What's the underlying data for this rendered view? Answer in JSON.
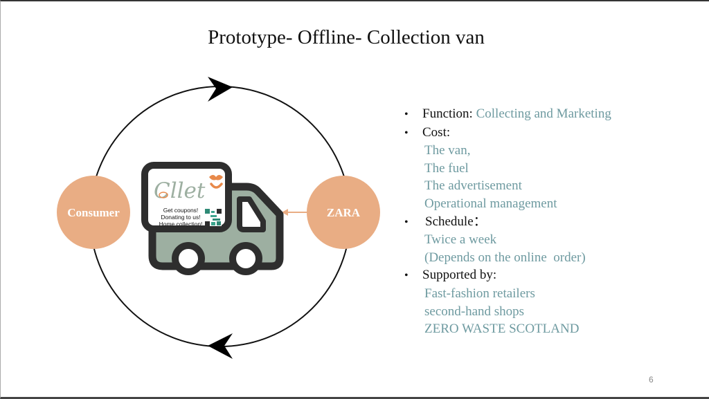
{
  "slide": {
    "title": "Prototype- Offline- Collection van",
    "page_number": "6"
  },
  "diagram": {
    "left_node": "Consumer",
    "right_node": "ZARA",
    "van": {
      "logo_text": "Cllet",
      "panel_lines": [
        "Get coupons!",
        "Donating to us!",
        "Home collection!"
      ],
      "qr_icon": "qr-code-icon"
    },
    "colors": {
      "node_fill": "#e9ad84",
      "van_body": "#9dafa1",
      "van_outline": "#2e2e2e",
      "logo_green": "#9dafa1",
      "logo_orange": "#e8894a",
      "arrow": "#e9ad84"
    }
  },
  "details": {
    "function": {
      "label": "Function:",
      "value": "Collecting and Marketing"
    },
    "cost": {
      "label": "Cost:",
      "items": [
        "The van,",
        "The fuel",
        "The advertisement",
        "Operational management"
      ]
    },
    "schedule": {
      "label": "Schedule：",
      "items": [
        "Twice a week",
        "(Depends on the online  order)"
      ]
    },
    "supported_by": {
      "label": "Supported by:",
      "items": [
        "Fast-fashion retailers",
        "second-hand shops",
        "ZERO WASTE SCOTLAND"
      ]
    },
    "colors": {
      "heading": "#111111",
      "value": "#6e9aa0"
    }
  }
}
